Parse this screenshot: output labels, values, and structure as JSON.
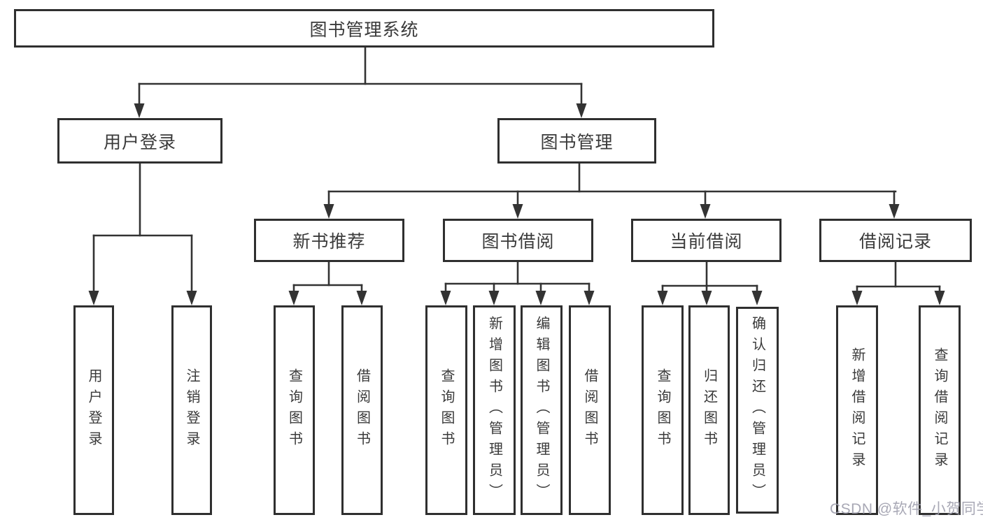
{
  "diagram": {
    "title": "图书管理系统",
    "branches": [
      {
        "label": "用户登录",
        "children": [
          "用户登录",
          "注销登录"
        ]
      },
      {
        "label": "图书管理",
        "sections": [
          {
            "label": "新书推荐",
            "children": [
              "查询图书",
              "借阅图书"
            ]
          },
          {
            "label": "图书借阅",
            "children": [
              "查询图书",
              "新增图书（管理员）",
              "编辑图书（管理员）",
              "借阅图书"
            ]
          },
          {
            "label": "当前借阅",
            "children": [
              "查询图书",
              "归还图书",
              "确认归还（管理员）"
            ]
          },
          {
            "label": "借阅记录",
            "children": [
              "新增借阅记录",
              "查询借阅记录"
            ]
          }
        ]
      }
    ]
  },
  "watermark": {
    "text": "CSDN @软件_小贺同学"
  },
  "colors": {
    "line": "#333333",
    "border": "#2f2f2f",
    "text": "#3a3a3a",
    "background": "#ffffff",
    "watermark": "#9e9ead"
  }
}
